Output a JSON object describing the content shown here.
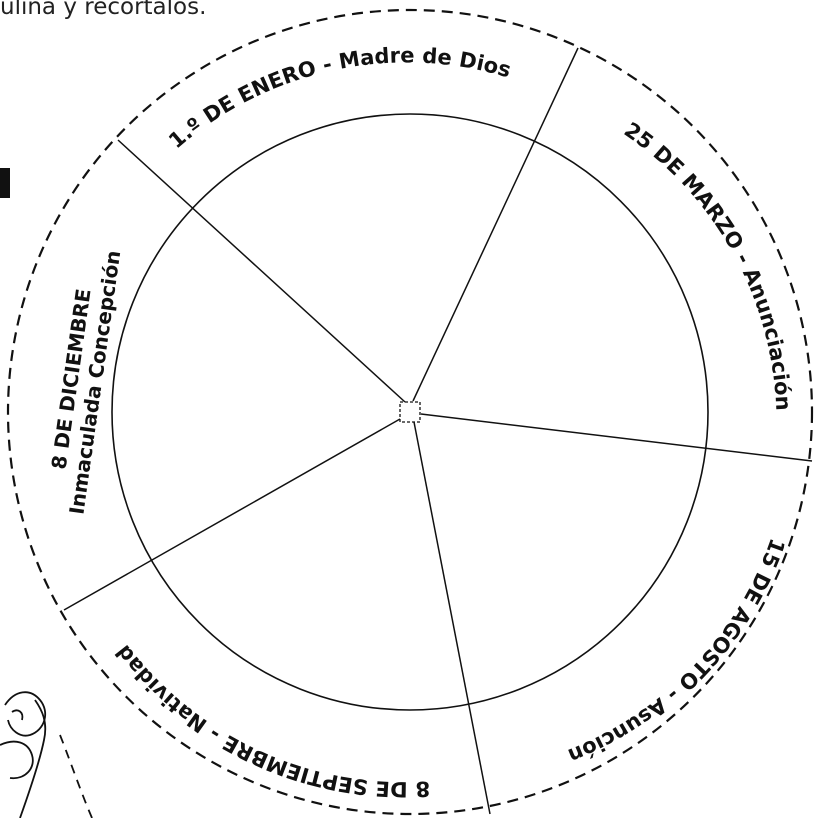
{
  "header": {
    "instruction_fragment": "ulina y recortalos."
  },
  "wheel": {
    "sectors": [
      {
        "date": "1.º DE ENERO",
        "feast": "Madre de Dios",
        "combined": "1.º DE ENERO - Madre de Dios"
      },
      {
        "date": "25 DE MARZO",
        "feast": "Anunciación",
        "combined": "25 DE MARZO - Anunciación"
      },
      {
        "date": "15 DE AGOSTO",
        "feast": "Asunción",
        "combined": "15 DE AGOSTO - Asunción"
      },
      {
        "date": "8 DE SEPTIEMBRE",
        "feast": "Natividad",
        "combined": "8 DE SEPTIEMBRE - Natividad"
      },
      {
        "date": "8 DE DICIEMBRE",
        "feast": "Inmaculada Concepción"
      }
    ]
  }
}
